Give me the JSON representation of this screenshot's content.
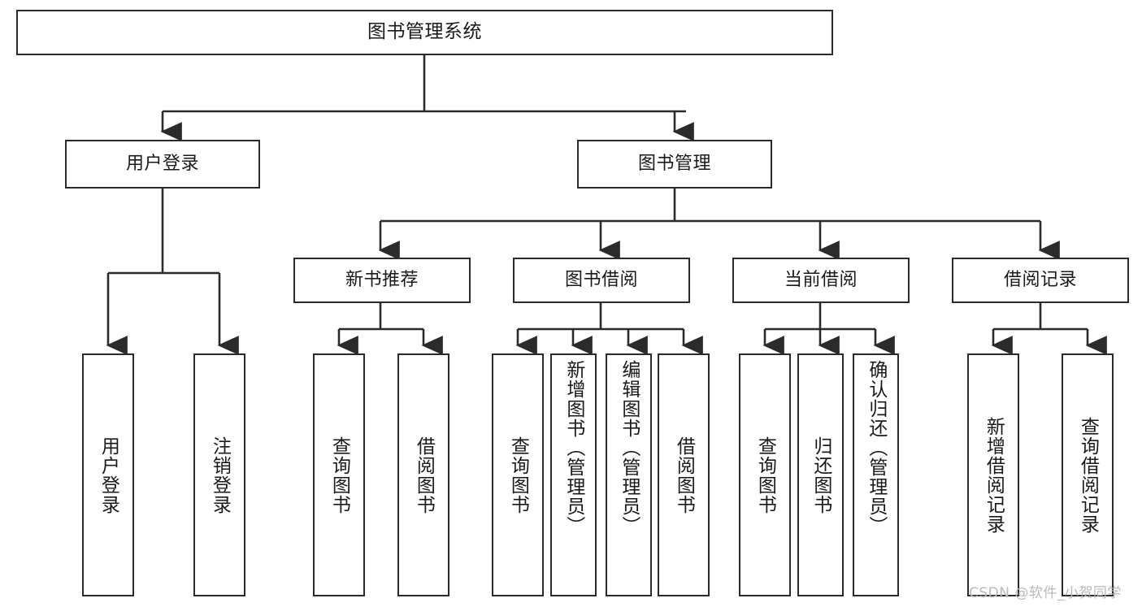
{
  "diagram": {
    "title": "图书管理系统",
    "type": "tree-hierarchy-chart",
    "watermark": "CSDN @软件_小贺同学",
    "colors": {
      "stroke": "#2b2b2b",
      "fill": "#ffffff",
      "text": "#1a1a1a",
      "watermark": "#b9b9b9"
    },
    "levels": {
      "root": {
        "label": "图书管理系统"
      },
      "level2": [
        {
          "label": "用户登录"
        },
        {
          "label": "图书管理"
        }
      ],
      "level3": [
        {
          "label": "新书推荐"
        },
        {
          "label": "图书借阅"
        },
        {
          "label": "当前借阅"
        },
        {
          "label": "借阅记录"
        }
      ],
      "leaves": {
        "user_login": [
          {
            "label": "用户登录"
          },
          {
            "label": "注销登录"
          }
        ],
        "new_book_recommend": [
          {
            "label": "查询图书"
          },
          {
            "label": "借阅图书"
          }
        ],
        "book_borrow": [
          {
            "label": "查询图书"
          },
          {
            "label": "新增图书（管理员）"
          },
          {
            "label": "编辑图书（管理员）"
          },
          {
            "label": "借阅图书"
          }
        ],
        "current_borrow": [
          {
            "label": "查询图书"
          },
          {
            "label": "归还图书"
          },
          {
            "label": "确认归还（管理员）"
          }
        ],
        "borrow_records": [
          {
            "label": "新增借阅记录"
          },
          {
            "label": "查询借阅记录"
          }
        ]
      }
    }
  }
}
